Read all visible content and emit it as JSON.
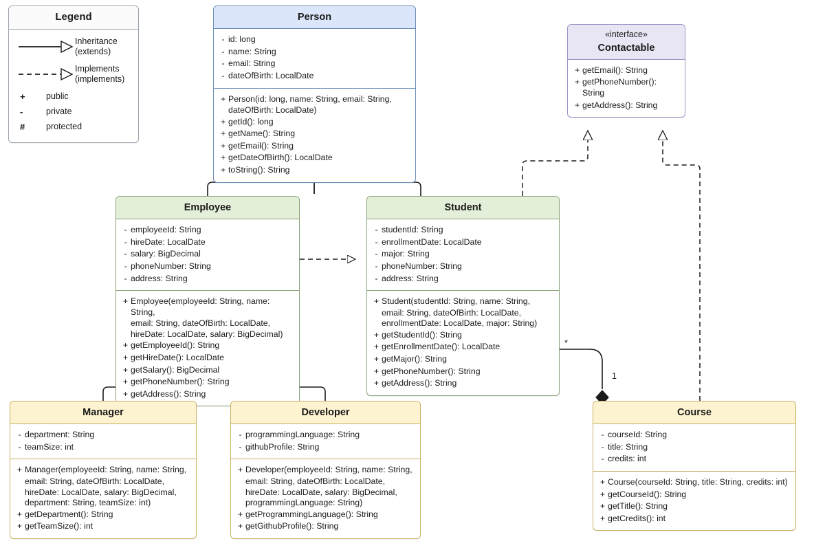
{
  "legend": {
    "title": "Legend",
    "rows": [
      {
        "symbol": "solid-arrow-hollow-triangle",
        "label": "Inheritance\n(extends)"
      },
      {
        "symbol": "dashed-arrow-hollow-triangle",
        "label": "Implements\n(implements)"
      }
    ],
    "keys": [
      {
        "glyph": "+",
        "label": "public"
      },
      {
        "glyph": "-",
        "label": "private"
      },
      {
        "glyph": "#",
        "label": "protected"
      }
    ]
  },
  "classes": {
    "person": {
      "name": "Person",
      "stereotype": "",
      "attributes": [
        {
          "vis": "-",
          "text": "id: long"
        },
        {
          "vis": "-",
          "text": "name: String"
        },
        {
          "vis": "-",
          "text": "email: String"
        },
        {
          "vis": "-",
          "text": "dateOfBirth: LocalDate"
        }
      ],
      "methods": [
        {
          "vis": "+",
          "text": "Person(id: long, name: String, email: String,",
          "cont": "dateOfBirth: LocalDate)"
        },
        {
          "vis": "+",
          "text": "getId(): long"
        },
        {
          "vis": "+",
          "text": "getName(): String"
        },
        {
          "vis": "+",
          "text": "getEmail(): String"
        },
        {
          "vis": "+",
          "text": "getDateOfBirth(): LocalDate"
        },
        {
          "vis": "+",
          "text": "toString(): String"
        }
      ]
    },
    "contactable": {
      "name": "Contactable",
      "stereotype": "«interface»",
      "attributes": [],
      "methods": [
        {
          "vis": "+",
          "text": "getEmail(): String"
        },
        {
          "vis": "+",
          "text": "getPhoneNumber(): String"
        },
        {
          "vis": "+",
          "text": "getAddress(): String"
        }
      ]
    },
    "employee": {
      "name": "Employee",
      "stereotype": "",
      "attributes": [
        {
          "vis": "-",
          "text": "employeeId: String"
        },
        {
          "vis": "-",
          "text": "hireDate: LocalDate"
        },
        {
          "vis": "-",
          "text": "salary: BigDecimal"
        },
        {
          "vis": "-",
          "text": "phoneNumber: String"
        },
        {
          "vis": "-",
          "text": "address: String"
        }
      ],
      "methods": [
        {
          "vis": "+",
          "text": "Employee(employeeId: String, name: String,",
          "cont": "email: String, dateOfBirth: LocalDate,\nhireDate: LocalDate, salary: BigDecimal)"
        },
        {
          "vis": "+",
          "text": "getEmployeeId(): String"
        },
        {
          "vis": "+",
          "text": "getHireDate(): LocalDate"
        },
        {
          "vis": "+",
          "text": "getSalary(): BigDecimal"
        },
        {
          "vis": "+",
          "text": "getPhoneNumber(): String"
        },
        {
          "vis": "+",
          "text": "getAddress(): String"
        }
      ]
    },
    "student": {
      "name": "Student",
      "stereotype": "",
      "attributes": [
        {
          "vis": "-",
          "text": "studentId: String"
        },
        {
          "vis": "-",
          "text": "enrollmentDate: LocalDate"
        },
        {
          "vis": "-",
          "text": "major: String"
        },
        {
          "vis": "-",
          "text": "phoneNumber: String"
        },
        {
          "vis": "-",
          "text": "address: String"
        }
      ],
      "methods": [
        {
          "vis": "+",
          "text": "Student(studentId: String, name: String,",
          "cont": "email: String, dateOfBirth: LocalDate,\nenrollmentDate: LocalDate, major: String)"
        },
        {
          "vis": "+",
          "text": "getStudentId(): String"
        },
        {
          "vis": "+",
          "text": "getEnrollmentDate(): LocalDate"
        },
        {
          "vis": "+",
          "text": "getMajor(): String"
        },
        {
          "vis": "+",
          "text": "getPhoneNumber(): String"
        },
        {
          "vis": "+",
          "text": "getAddress(): String"
        }
      ]
    },
    "manager": {
      "name": "Manager",
      "stereotype": "",
      "attributes": [
        {
          "vis": "-",
          "text": "department: String"
        },
        {
          "vis": "-",
          "text": "teamSize: int"
        }
      ],
      "methods": [
        {
          "vis": "+",
          "text": "Manager(employeeId: String, name: String,",
          "cont": "email: String, dateOfBirth: LocalDate,\nhireDate: LocalDate, salary: BigDecimal,\ndepartment: String, teamSize: int)"
        },
        {
          "vis": "+",
          "text": "getDepartment(): String"
        },
        {
          "vis": "+",
          "text": "getTeamSize(): int"
        }
      ]
    },
    "developer": {
      "name": "Developer",
      "stereotype": "",
      "attributes": [
        {
          "vis": "-",
          "text": "programmingLanguage: String"
        },
        {
          "vis": "-",
          "text": "githubProfile: String"
        }
      ],
      "methods": [
        {
          "vis": "+",
          "text": "Developer(employeeId: String, name: String,",
          "cont": "email: String, dateOfBirth: LocalDate,\nhireDate: LocalDate, salary: BigDecimal,\nprogrammingLanguage: String)"
        },
        {
          "vis": "+",
          "text": "getProgrammingLanguage(): String"
        },
        {
          "vis": "+",
          "text": "getGithubProfile(): String"
        }
      ]
    },
    "course": {
      "name": "Course",
      "stereotype": "",
      "attributes": [
        {
          "vis": "-",
          "text": "courseId: String"
        },
        {
          "vis": "-",
          "text": "title: String"
        },
        {
          "vis": "-",
          "text": "credits: int"
        }
      ],
      "methods": [
        {
          "vis": "+",
          "text": "Course(courseId: String, title: String, credits: int)"
        },
        {
          "vis": "+",
          "text": "getCourseId(): String"
        },
        {
          "vis": "+",
          "text": "getTitle(): String"
        },
        {
          "vis": "+",
          "text": "getCredits(): int"
        }
      ]
    }
  },
  "relationships": {
    "multiplicity_student_end": "*",
    "multiplicity_course_end": "1"
  },
  "colors": {
    "person_header": "#dce6fa",
    "person_border": "#6b8db5",
    "subclass_header": "#e3efd9",
    "subclass_border": "#8aa378",
    "leaf_header": "#fdf3d0",
    "leaf_border": "#c9b063",
    "interface_header": "#e8e5f5",
    "interface_border": "#9b92c4",
    "edge": "#1a1a1a",
    "background": "#ffffff"
  }
}
